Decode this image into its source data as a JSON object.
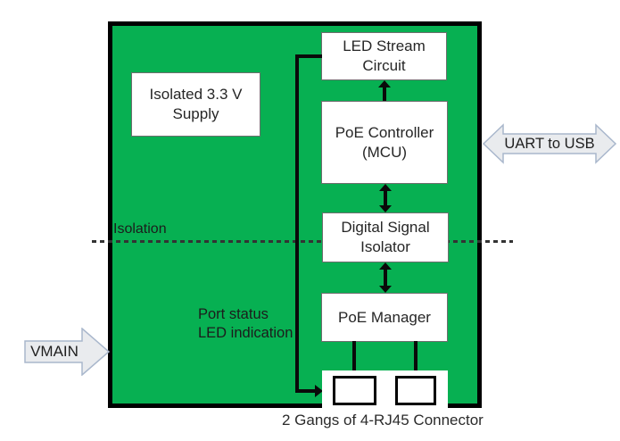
{
  "diagram": {
    "blocks": {
      "supply": {
        "label": "Isolated 3.3 V\nSupply"
      },
      "led_stream": {
        "label": "LED Stream\nCircuit"
      },
      "poe_controller": {
        "label": "PoE Controller\n(MCU)"
      },
      "signal_isolator": {
        "label": "Digital Signal\nIsolator"
      },
      "poe_manager": {
        "label": "PoE Manager"
      }
    },
    "labels": {
      "isolation": "Isolation",
      "port_status": "Port status\nLED indication",
      "caption": "2 Gangs of 4-RJ45 Connector"
    },
    "external_arrows": {
      "vmain": {
        "label": "VMAIN",
        "direction": "into-board-right"
      },
      "uart_usb": {
        "label": "UART to USB",
        "direction": "bidirectional-horizontal"
      }
    },
    "connections": [
      "PoE Controller (MCU) -> LED Stream Circuit (up arrow)",
      "PoE Controller (MCU) <-> Digital Signal Isolator (double arrow)",
      "Digital Signal Isolator <-> PoE Manager (double arrow)",
      "PoE Manager -> RJ45 connector 1 (line)",
      "PoE Manager -> RJ45 connector 2 (line)",
      "LED Stream Circuit -> RJ45 gang (port status LED indication, L-shaped arrow)"
    ]
  },
  "colors": {
    "board_green": "#07b052",
    "board_border": "#000000",
    "box_bg": "#ffffff",
    "box_border": "#6e6e6e",
    "connector_border": "#000000",
    "line_black": "#0a0a0a",
    "dash_color": "#333333",
    "block_arrow_fill": "#e9ebee",
    "block_arrow_stroke": "#a9b7cc",
    "text_dark": "#262626",
    "page_bg": "#ffffff"
  }
}
